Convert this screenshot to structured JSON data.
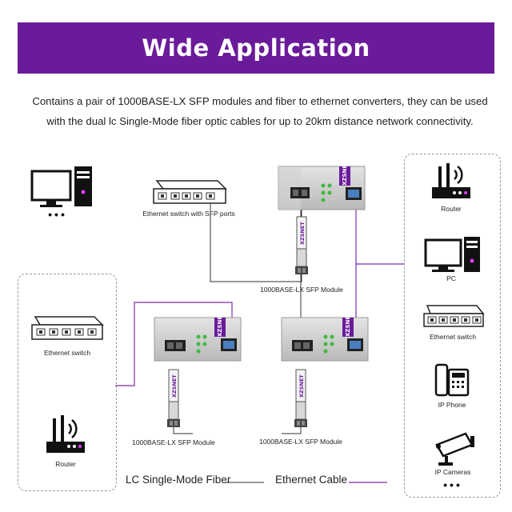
{
  "header": {
    "title": "Wide Application",
    "description_line1": "Contains a pair of 1000BASE-LX SFP modules and fiber to ethernet converters, they can be used",
    "description_line2": "with the dual lc Single-Mode fiber optic cables for up to 20km distance network connectivity."
  },
  "top_left": {
    "switch_label": "Ethernet switch with SFP ports",
    "pc_dots": "•••"
  },
  "center": {
    "sfp_top_label": "1000BASE-LX SFP Module",
    "sfp_bl_label": "1000BASE-LX SFP Module",
    "sfp_br_label": "1000BASE-LX SFP Module",
    "brand": "XZSNET"
  },
  "left_panel": {
    "switch_label": "Ethernet switch",
    "router_label": "Router"
  },
  "right_panel": {
    "router_label": "Router",
    "pc_label": "PC",
    "switch_label": "Ethernet switch",
    "phone_label": "IP Phone",
    "camera_label": "IP Cameras",
    "dots": "•••"
  },
  "legend": {
    "fiber_label": "LC Single-Mode Fiber",
    "ethernet_label": "Ethernet Cable"
  },
  "colors": {
    "brand_purple": "#6a1b9a",
    "fiber_line": "#333333",
    "ethernet_line": "#7b2fb0"
  }
}
